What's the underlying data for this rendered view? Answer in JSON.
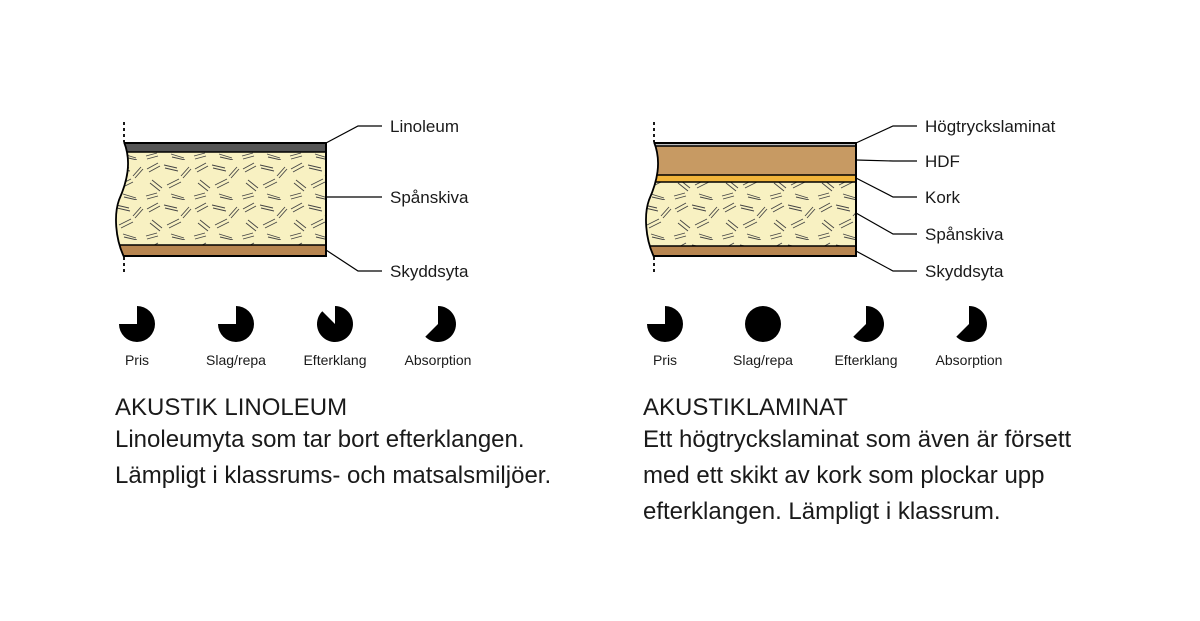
{
  "panels": [
    {
      "id": "linoleum",
      "layer_labels": [
        "Linoleum",
        "Spånskiva",
        "Skyddsyta"
      ],
      "ratings": [
        {
          "label": "Pris",
          "fill": 0.75
        },
        {
          "label": "Slag/repa",
          "fill": 0.75
        },
        {
          "label": "Efterklang",
          "fill": 0.875
        },
        {
          "label": "Absorption",
          "fill": 0.625
        }
      ],
      "title": "AKUSTIK LINOLEUM",
      "description": [
        "Linoleumyta som tar bort efterklangen.",
        "Lämpligt i klassrums- och matsalsmiljöer."
      ]
    },
    {
      "id": "akustiklaminat",
      "layer_labels": [
        "Högtryckslaminat",
        "HDF",
        "Kork",
        "Spånskiva",
        "Skyddsyta"
      ],
      "ratings": [
        {
          "label": "Pris",
          "fill": 0.75
        },
        {
          "label": "Slag/repa",
          "fill": 1
        },
        {
          "label": "Efterklang",
          "fill": 0.625
        },
        {
          "label": "Absorption",
          "fill": 0.625
        }
      ],
      "title": "AKUSTIKLAMINAT",
      "description": [
        "Ett högtryckslaminat som även är försett",
        "med ett skikt av kork som plockar upp",
        "efterklangen. Lämpligt i klassrum."
      ]
    }
  ],
  "colors": {
    "linoleum": "#555555",
    "particle_board": "#f8f1c2",
    "protective": "#b78550",
    "hpl": "#bfbfbf",
    "hdf": "#c79a63",
    "cork": "#f1b43a",
    "ink": "#000000"
  }
}
